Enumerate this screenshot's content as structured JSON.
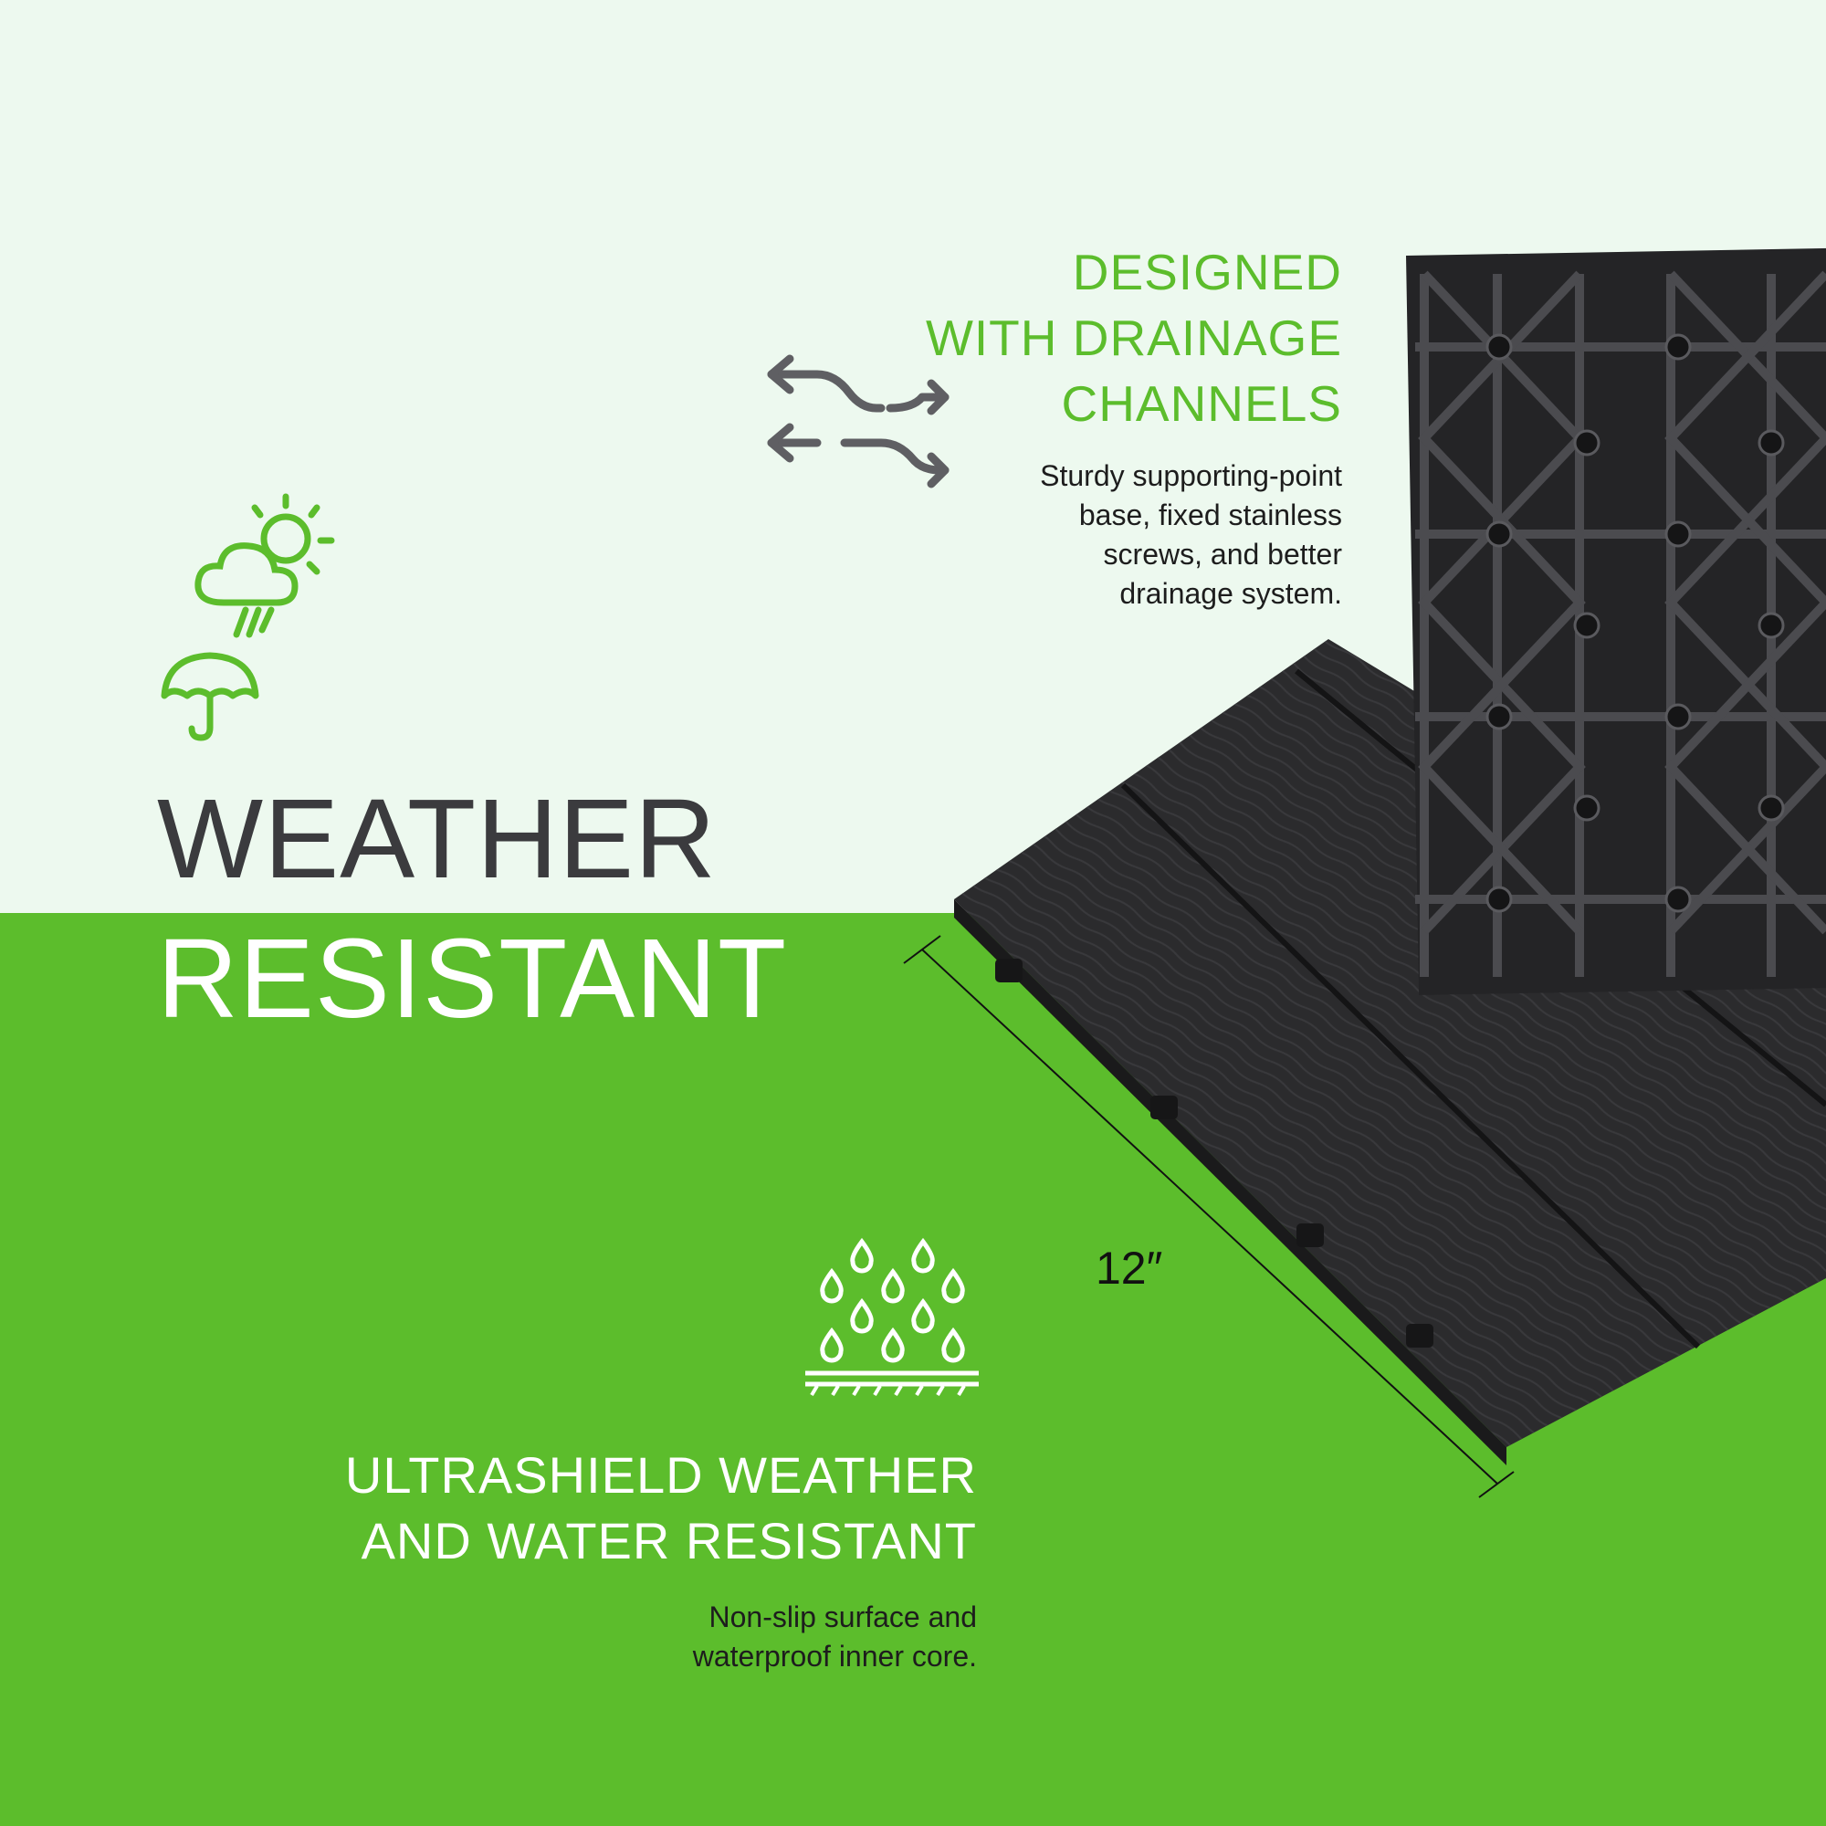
{
  "drainage": {
    "title_lines": [
      "DESIGNED",
      "WITH DRAINAGE",
      "CHANNELS"
    ],
    "description_lines": [
      "Sturdy supporting-point",
      "base, fixed stainless",
      "screws, and better",
      "drainage system."
    ],
    "icon": "drainage-arrows-icon"
  },
  "hero": {
    "line1": "WEATHER",
    "line2": "RESISTANT",
    "icons": [
      "weather-cloud-rain-sun-icon",
      "umbrella-icon"
    ]
  },
  "ultrashield": {
    "title_lines": [
      "ULTRASHIELD WEATHER",
      "AND WATER RESISTANT"
    ],
    "description_lines": [
      "Non-slip surface and",
      "waterproof inner core."
    ],
    "icon": "water-drops-surface-icon"
  },
  "product": {
    "dimension_label": "12″"
  },
  "colors": {
    "brand_green": "#5cbd2c",
    "light_background": "#edf9ef",
    "dark_text": "#3b3b3e",
    "tile": "#2c2c2e"
  }
}
